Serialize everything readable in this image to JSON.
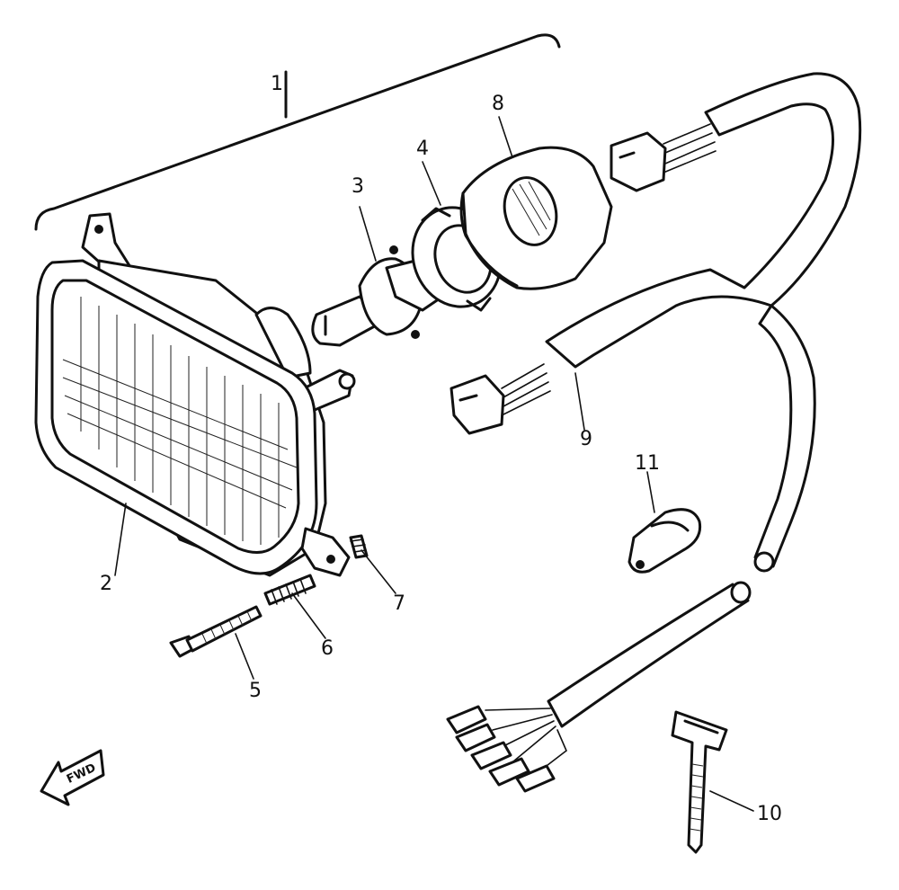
{
  "diagram": {
    "callouts": {
      "p1": "1",
      "p2": "2",
      "p3": "3",
      "p4": "4",
      "p5": "5",
      "p6": "6",
      "p7": "7",
      "p8": "8",
      "p9": "9",
      "p10": "10",
      "p11": "11"
    },
    "direction_arrow": "FWD",
    "colors": {
      "ink": "#111111",
      "paper": "#ffffff"
    }
  }
}
